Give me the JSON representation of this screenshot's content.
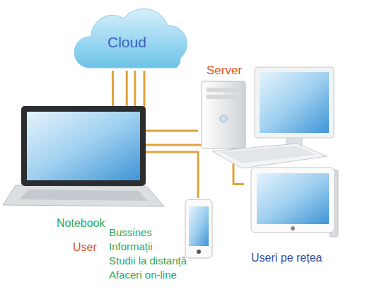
{
  "diagram": {
    "nodes": [
      {
        "text": [
          "Cloud"
        ]
      },
      {
        "text": [
          "Server"
        ]
      },
      {
        "text": [
          "Notebook",
          "User"
        ]
      },
      {
        "text": [
          "Bussines",
          "Informații",
          "Studii la distanță",
          "Afaceri on-line"
        ]
      },
      {
        "text": [
          "Useri pe rețea"
        ]
      }
    ],
    "edges": [
      {
        "from": 0,
        "to": 1,
        "arrow": "none"
      },
      {
        "from": 0,
        "to": 2,
        "arrow": "none"
      },
      {
        "from": 0,
        "to": 3,
        "arrow": "none"
      },
      {
        "from": 0,
        "to": 4,
        "arrow": "none"
      }
    ]
  }
}
